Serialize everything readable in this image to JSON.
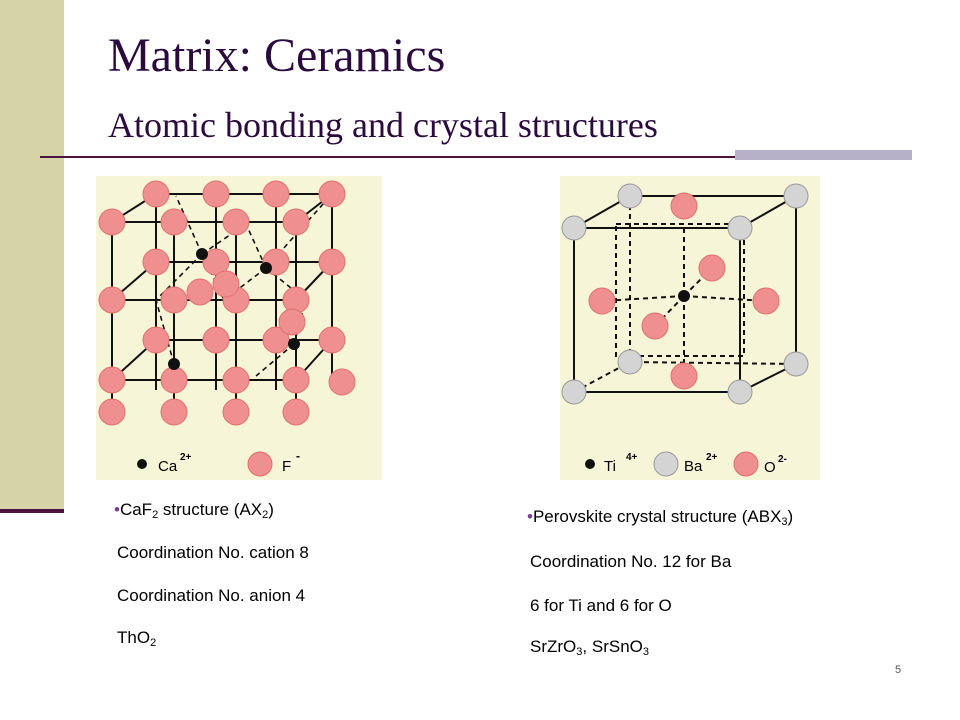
{
  "slide": {
    "title": "Matrix: Ceramics",
    "subtitle": "Atomic bonding and crystal structures",
    "page_number": "5"
  },
  "left_figure": {
    "legend_ca": "Ca",
    "legend_ca_charge": "2+",
    "legend_f": "F",
    "legend_f_charge": "-"
  },
  "right_figure": {
    "legend_ti": "Ti",
    "legend_ti_charge": "4+",
    "legend_ba": "Ba",
    "legend_ba_charge": "2+",
    "legend_o": "O",
    "legend_o_charge": "2-"
  },
  "left_text": {
    "bullet": "•",
    "line1_a": "CaF",
    "line1_sub": "2",
    "line1_b": " structure (AX",
    "line1_sub2": "2",
    "line1_c": ")",
    "line2": "Coordination  No. cation 8",
    "line3": "Coordination  No. anion 4",
    "line4_a": "ThO",
    "line4_sub": "2"
  },
  "right_text": {
    "bullet": "•",
    "line1_a": "Perovskite crystal structure (ABX",
    "line1_sub": "3",
    "line1_b": ")",
    "line2": "Coordination  No. 12 for Ba",
    "line3": "6 for Ti and 6 for O",
    "line4_a": "SrZrO",
    "line4_sub": "3",
    "line4_b": ", SrSnO",
    "line4_sub2": "3"
  },
  "colors": {
    "sidebar": "#d6d3a6",
    "rule": "#4b1240",
    "title": "#2b0a3d",
    "f_ion": "#f08f8f",
    "ba_ion": "#d4d4d4"
  }
}
